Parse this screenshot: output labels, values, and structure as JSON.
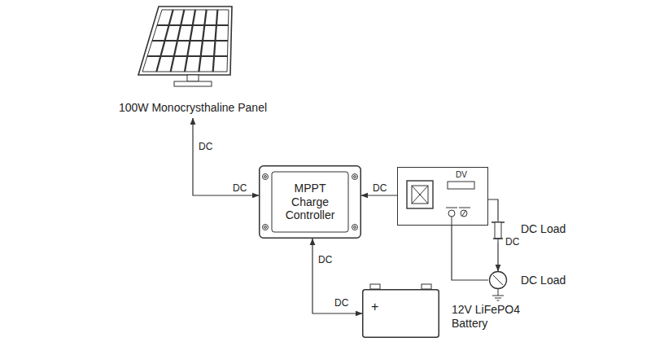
{
  "diagram": {
    "nodes": [
      {
        "text": [
          "100W Monocrysthaline Panel"
        ]
      },
      {
        "text": [
          "MPPT Charge Controller"
        ]
      },
      {
        "text": [
          "DV"
        ]
      },
      {
        "text": [
          "+",
          "12V LiFePO4 Battery"
        ]
      },
      {
        "text": [
          "DC Load"
        ]
      },
      {
        "text": [
          "DC Load"
        ]
      }
    ],
    "edges": [
      {
        "from": 1,
        "to": 0,
        "arrow": "both",
        "label": "DC"
      },
      {
        "from": 2,
        "to": 1,
        "arrow": "to",
        "label": "DC"
      },
      {
        "from": 1,
        "to": 3,
        "arrow": "both",
        "label": "DC"
      },
      {
        "from": 2,
        "to": 4,
        "arrow": "none"
      },
      {
        "from": 4,
        "to": 5,
        "arrow": "to",
        "label": "DC"
      },
      {
        "from": 2,
        "to": 5,
        "arrow": "none"
      }
    ],
    "labels": [
      "DC",
      "DC"
    ]
  }
}
